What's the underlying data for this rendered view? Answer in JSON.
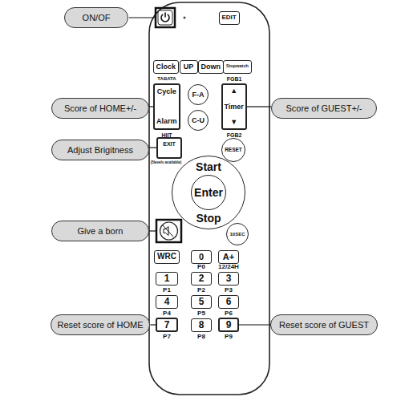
{
  "diagram": {
    "nodes": [
      {
        "text": [
          "EDIT"
        ]
      },
      {
        "text": [
          "Clock"
        ]
      },
      {
        "text": [
          "UP"
        ]
      },
      {
        "text": [
          "Down"
        ]
      },
      {
        "text": [
          "Stopwatch"
        ]
      },
      {
        "text": [
          "Cycle",
          "Alarm"
        ]
      },
      {
        "text": [
          "F-A"
        ]
      },
      {
        "text": [
          "C-U"
        ]
      },
      {
        "text": [
          "▲",
          "Timer",
          "▼"
        ]
      },
      {
        "text": [
          "EXIT"
        ]
      },
      {
        "text": [
          "RESET"
        ]
      },
      {
        "text": [
          "Start",
          "Stop"
        ]
      },
      {
        "text": [
          "Enter"
        ],
        "in": 11
      },
      {
        "text": [
          "10SEC"
        ]
      },
      {
        "text": [
          "WRC"
        ]
      },
      {
        "text": [
          "0"
        ]
      },
      {
        "text": [
          "A+"
        ]
      },
      {
        "text": [
          "1"
        ]
      },
      {
        "text": [
          "2"
        ]
      },
      {
        "text": [
          "3"
        ]
      },
      {
        "text": [
          "4"
        ]
      },
      {
        "text": [
          "5"
        ]
      },
      {
        "text": [
          "6"
        ]
      },
      {
        "text": [
          "7"
        ]
      },
      {
        "text": [
          "8"
        ]
      },
      {
        "text": [
          "9"
        ]
      },
      {
        "text": [
          "ON/OF"
        ]
      },
      {
        "text": [
          "Score of HOME+/-"
        ]
      },
      {
        "text": [
          "Adjust Brigitness"
        ]
      },
      {
        "text": [
          "Give a born"
        ]
      },
      {
        "text": [
          "Reset score of HOME"
        ]
      },
      {
        "text": [
          "Score of GUEST+/-"
        ]
      },
      {
        "text": [
          "Reset score of GUEST"
        ]
      }
    ],
    "edges": [
      {
        "from": 27,
        "to": 5,
        "arrow": "none"
      },
      {
        "from": 28,
        "to": 9,
        "arrow": "none"
      },
      {
        "from": 30,
        "to": 23,
        "arrow": "none"
      },
      {
        "from": 31,
        "to": 8,
        "arrow": "none"
      },
      {
        "from": 32,
        "to": 25,
        "arrow": "none"
      }
    ],
    "labels": [
      "TABATA",
      "FGB1",
      "HIIT",
      "FGB2",
      "(5levels available)",
      "P0",
      "12/24H",
      "P1",
      "P2",
      "P3",
      "P4",
      "P5",
      "P6",
      "P7",
      "P8",
      "P9"
    ]
  }
}
